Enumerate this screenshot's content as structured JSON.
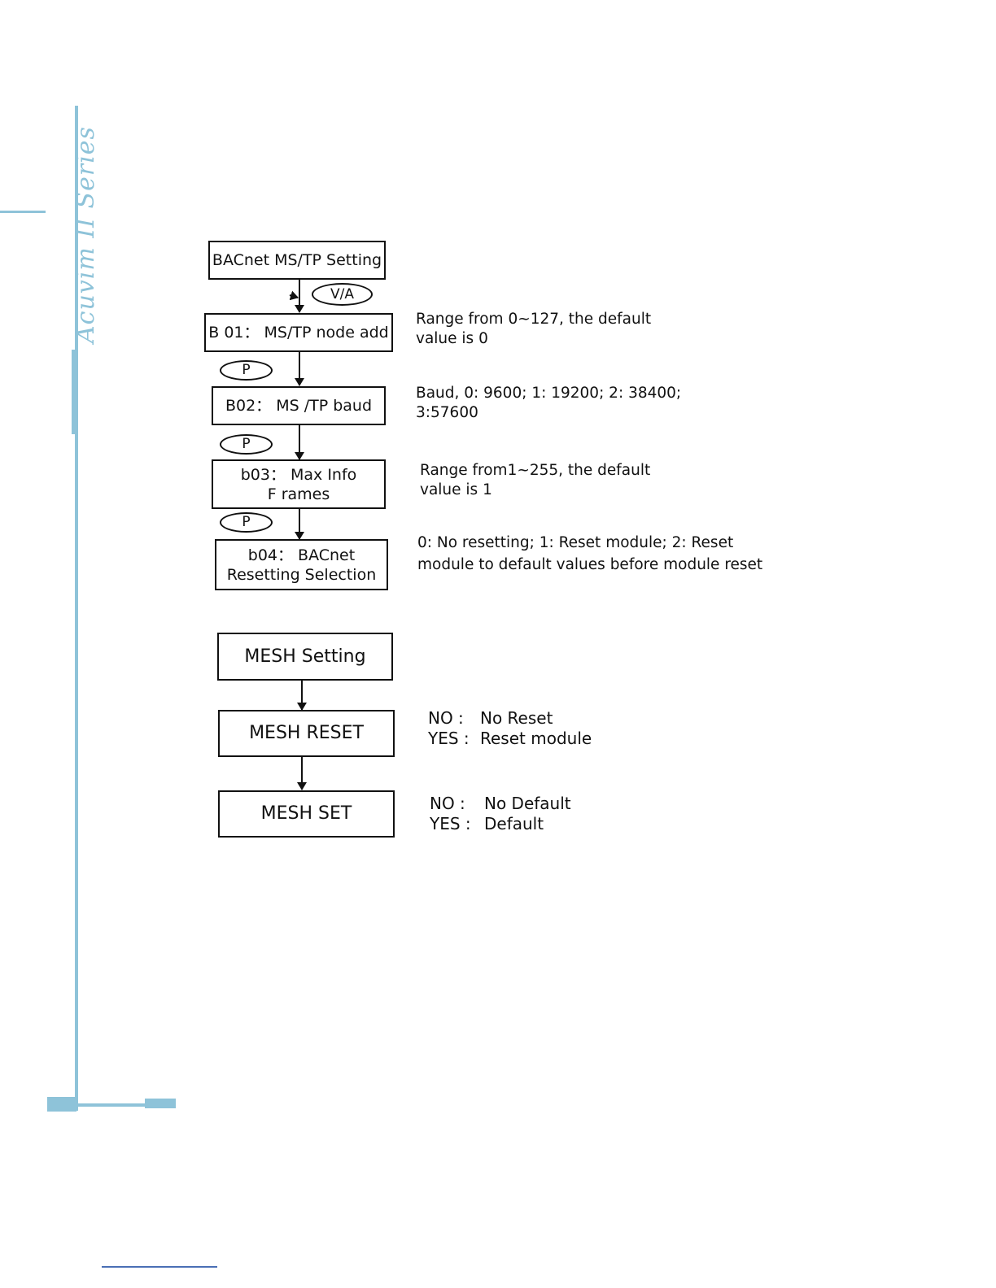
{
  "sidebar": {
    "brand": "Acuvim II Series"
  },
  "bacnet": {
    "title": "BACnet MS/TP Setting",
    "first_key": "V/A",
    "next_key": "P",
    "steps": [
      {
        "label": "B 01：  MS/TP node add",
        "desc": [
          "Range from 0~127, the default",
          "value is 0"
        ]
      },
      {
        "label": "B02：  MS /TP baud",
        "desc": [
          "Baud, 0: 9600; 1: 19200; 2:  38400;",
          "3:57600"
        ]
      },
      {
        "label": [
          "b03：  Max Info",
          "F rames"
        ],
        "desc": [
          "Range from1~255, the default",
          "value is 1"
        ]
      },
      {
        "label": [
          "b04：  BACnet",
          "Resetting Selection"
        ],
        "desc": [
          "0: No resetting; 1: Reset module; 2: Reset",
          "module to default values before module reset"
        ]
      }
    ]
  },
  "mesh": {
    "title": "MESH  Setting",
    "steps": [
      {
        "label": "MESH  RESET",
        "options": [
          {
            "key": "NO :",
            "value": "No  Reset"
          },
          {
            "key": "YES :",
            "value": "Reset module"
          }
        ]
      },
      {
        "label": "MESH  SET",
        "options": [
          {
            "key": "NO :",
            "value": "No  Default"
          },
          {
            "key": "YES :",
            "value": "Default"
          }
        ]
      }
    ]
  }
}
